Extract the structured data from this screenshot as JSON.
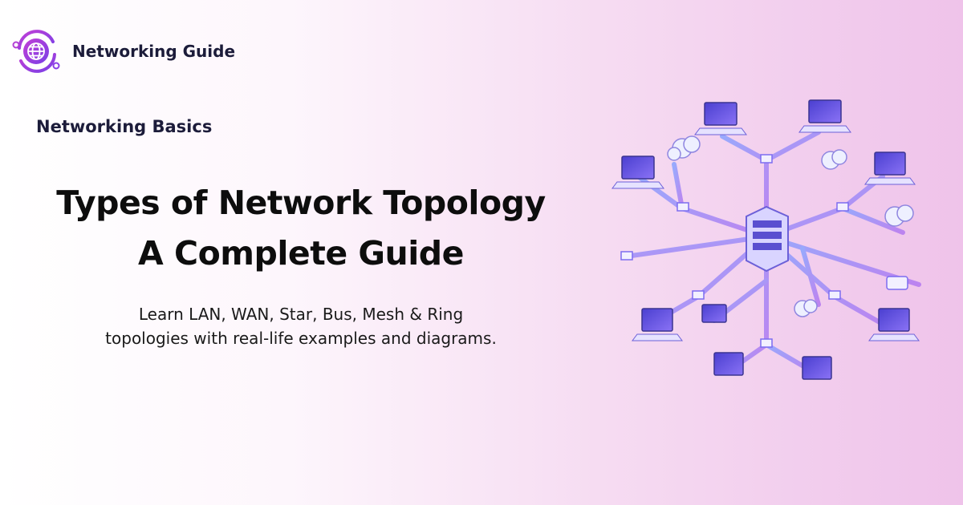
{
  "brand": {
    "name": "Networking Guide",
    "icon": "globe-icon"
  },
  "category": "Networking Basics",
  "title": {
    "line1": "Types of Network Topology",
    "line2": "A Complete Guide"
  },
  "subtitle": "Learn LAN, WAN, Star, Bus, Mesh & Ring topologies with real-life examples and diagrams.",
  "illustration": {
    "icon": "network-topology-illustration"
  },
  "colors": {
    "accent": "#a23bd6",
    "pipe": "#9c8ff0",
    "node": "#7c6cf0",
    "background_end": "#efc3ea"
  }
}
